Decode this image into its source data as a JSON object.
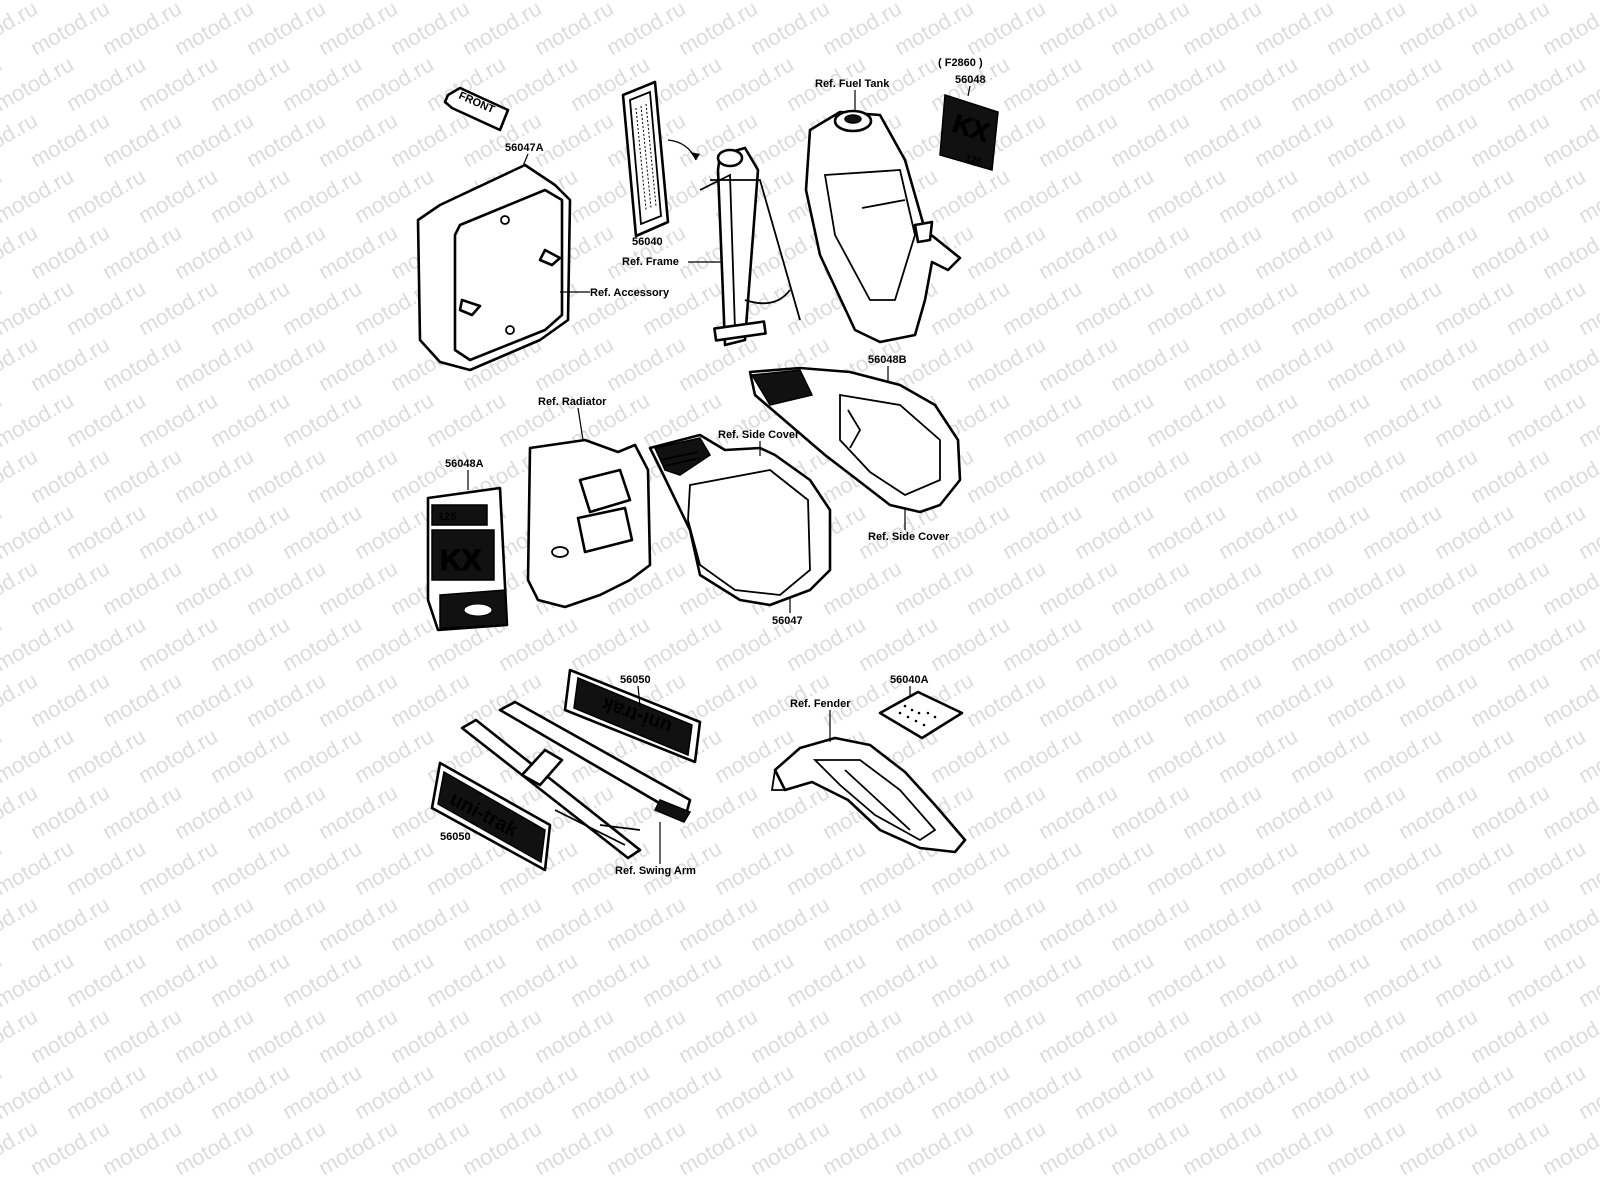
{
  "watermark_text": "motod.ru",
  "header_code": "( F2860 )",
  "labels": {
    "front": "FRONT",
    "p56047A": "56047A",
    "p56040": "56040",
    "ref_frame": "Ref. Frame",
    "ref_accessory": "Ref. Accessory",
    "ref_fuel_tank": "Ref. Fuel Tank",
    "p56048": "56048",
    "p56048B": "56048B",
    "ref_radiator": "Ref. Radiator",
    "ref_side_cover_top": "Ref. Side Cover",
    "ref_side_cover_right": "Ref. Side Cover",
    "p56048A": "56048A",
    "p56047": "56047",
    "p56050_top": "56050",
    "p56050_bottom": "56050",
    "ref_swing_arm": "Ref. Swing Arm",
    "ref_fender": "Ref. Fender",
    "p56040A": "56040A"
  },
  "decals": {
    "kx": "KX",
    "kx_small": "125",
    "kx_125": "125",
    "unitrak": "uni-trak"
  }
}
